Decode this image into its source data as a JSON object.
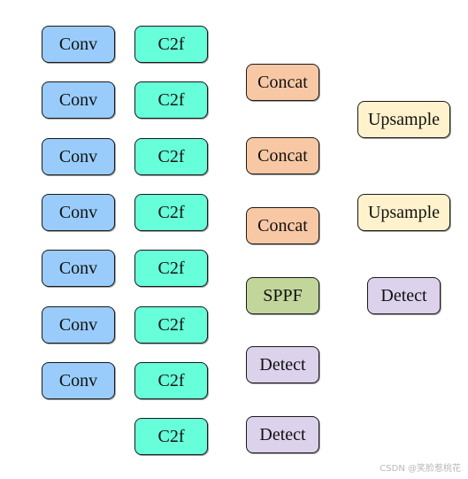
{
  "diagram": {
    "column_conv": [
      "Conv",
      "Conv",
      "Conv",
      "Conv",
      "Conv",
      "Conv",
      "Conv"
    ],
    "column_c2f": [
      "C2f",
      "C2f",
      "C2f",
      "C2f",
      "C2f",
      "C2f",
      "C2f",
      "C2f"
    ],
    "column_mid": [
      "Concat",
      "Concat",
      "Concat",
      "SPPF",
      "Detect",
      "Detect"
    ],
    "column_right": [
      "Upsample",
      "Upsample",
      "Detect"
    ]
  },
  "colors": {
    "conv": "#99ccfa",
    "c2f": "#66ffd9",
    "concat": "#f8c8a4",
    "sppf": "#c2d69b",
    "detect": "#dcd2ec",
    "upsample": "#fff2cc"
  },
  "watermark": "CSDN @笑脸惹桃花"
}
